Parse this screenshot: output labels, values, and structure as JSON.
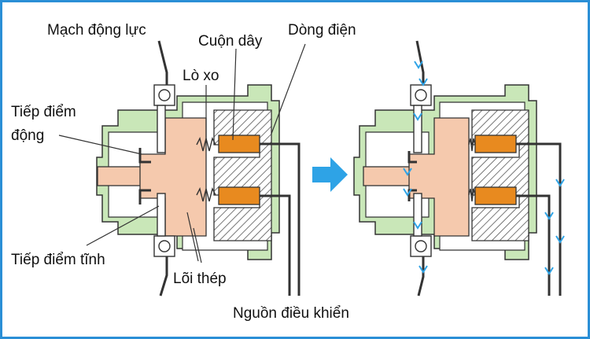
{
  "labels": {
    "power_circuit": "Mạch động lực",
    "coil": "Cuộn dây",
    "current": "Dòng điện",
    "spring": "Lò xo",
    "moving_contact_1": "Tiếp điểm",
    "moving_contact_2": "động",
    "fixed_contact": "Tiếp điểm tĩnh",
    "iron_core": "Lõi thép",
    "control_source": "Nguồn điều khiển"
  },
  "icons": {
    "transition": "arrow-right-icon",
    "flow": "chevron-down-icon"
  },
  "colors": {
    "frame_border": "#2a8fd6",
    "housing": "#c9e7b8",
    "core": "#f5c9ad",
    "coil": "#e88a1f",
    "arrow": "#2ea3e6",
    "current_arrow": "#2ea3e6"
  }
}
